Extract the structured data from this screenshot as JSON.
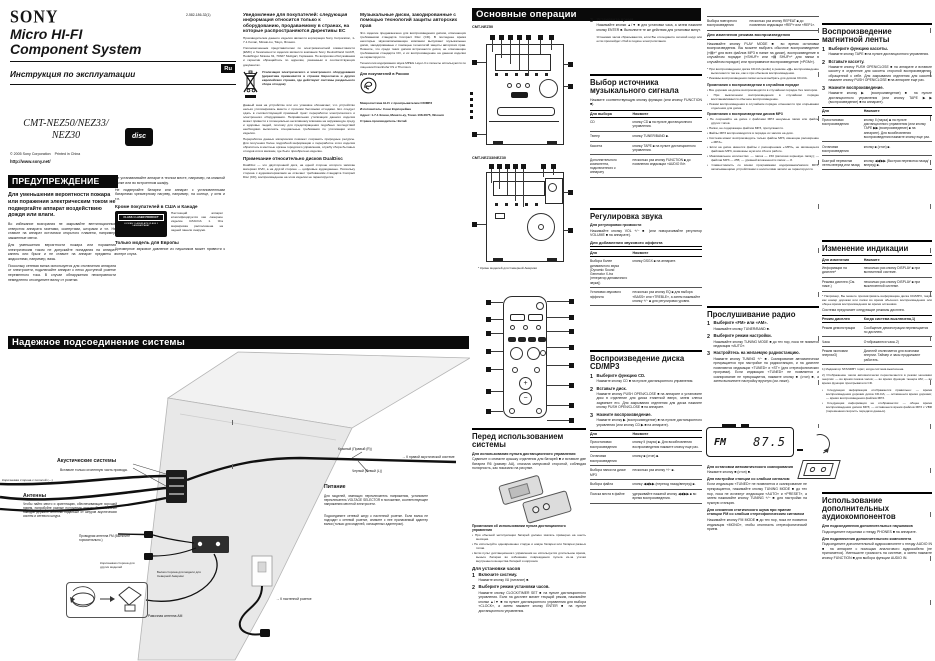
{
  "masthead": {
    "brand": "SONY",
    "part_no": "2-582-186-32(1)",
    "product_line_1": "Micro HI-FI",
    "product_line_2": "Component System",
    "manual_title": "Инструкция по эксплуатации",
    "lang_badge": "Ru",
    "model_line_1": "CMT-NEZ50/NEZ33/",
    "model_line_2": "NEZ30",
    "cd_logo": "disc",
    "copyright": "© 2005 Sony Corporation",
    "printed": "Printed in China",
    "website": "http://www.sony.net/"
  },
  "warning": {
    "header": "ПРЕДУПРЕЖДЕНИЕ",
    "lead": "Для уменьшения вероятности пожара или поражения электрическим током не подвергайте аппарат воздействию дождя или влаги.",
    "p1": "Во избежание возгорания не закрывайте вентиляционные отверстия аппарата газетами, скатертями, шторами и т.п. Не ставьте на аппарат источники открытого пламени, например, зажженные свечи.",
    "p2": "Для уменьшения вероятности пожара или поражения электрическим током не допускайте попадания на аппарат капель или брызг и не ставьте на аппарат предметы с жидкостями, например, вазы.",
    "p3": "Поскольку сетевая вилка используется для отключения аппарата от электросети, подключайте аппарат к легко доступной розетке переменного тока. В случае обнаружения неисправности немедленно отсоедините вилку от розетки."
  },
  "notices": {
    "p1": "Не устанавливайте аппарат в тесном месте, например, на книжной полке или во встроенном шкафу.",
    "p2": "Не подвергайте батареи или аппарат с установленными батареями чрезмерному нагреву, например, на солнце, у огня и т.п.",
    "us_heading": "Кроме покупателей в США и Канаде",
    "laser_line_1": "CLASS 1 LASER PRODUCT",
    "laser_line_2": "LUOKAN 1 LASERLAITE KLASS 1 LASERAPPARAT",
    "laser_text": "Настоящий аппарат классифицируется как лазерное изделие КЛАССА 1. Эта маркировка расположена на задней панели снаружи.",
    "eu_heading": "Только модель для Европы",
    "eu_text": "Чрезмерное звуковое давление из наушников может привести к потере слуха."
  },
  "eu_notice": {
    "heading": "Уведомление для покупателей: следующая информация относится только к оборудованию, продаваемому в странах, на которые распространяются Директивы ЕС",
    "p1": "Производителем данного изделия является корпорация Sony Corporation, 1-7-1 Konan, Minato-ku, Tokyo, Япония.",
    "p2": "Уполномоченным представителем по электромагнитной совместимости (EMC) и безопасности изделия является компания Sony Deutschland GmbH, Hedelfinger Strasse 61, 70327 Stuttgart, Германия. По вопросам обслуживания и гарантии обращайтесь по адресам, указанным в соответствующих документах.",
    "weee_caption": "Утилизация электрического и электронного оборудования (директива применяется в странах Евросоюза и других европейских странах, где действуют системы раздельного сбора отходов)",
    "p3": "Данный знак на устройстве или его упаковке обозначает, что устройство нельзя утилизировать вместе с прочими бытовыми отходами. Его следует сдать в соответствующий приемный пункт переработки электрического и электронного оборудования. Неправильная утилизация данного изделия может привести к потенциально негативному влиянию на окружающую среду и здоровье людей, поэтому для предотвращения подобных последствий необходимо выполнять специальные требования по утилизации этого изделия.",
    "p4": "Переработка данных материалов поможет сохранить природные ресурсы. Для получения более подробной информации о переработке этого изделия обратитесь в местные органы городского управления, службу сбора бытовых отходов или в магазин, где было приобретено изделие.",
    "dual_heading": "Примечание относительно дисков DualDisc",
    "dual_text": "DualDisc — это двусторонний диск, на одной стороне которого записан материал DVD, а на другой стороне — цифровые аудиоданные. Поскольку сторона с аудиоматериалами не отвечает требованиям стандарта Compact Disc (CD), воспроизведение на этом изделии не гарантируется."
  },
  "copyprotect": {
    "heading": "Музыкальные диски, закодированные с помощью технологий защиты авторских прав",
    "p1": "Это изделие предназначено для воспроизведения дисков, отвечающих требованиям стандарта Compact Disc (CD). В последнее время некоторые звукозаписывающие компании выпускают музыкальные диски, закодированные с помощью технологий защиты авторских прав. Помните, что среди таких дисков встречаются диски, не отвечающие требованиям стандарта CD, и их воспроизведение на данном изделии не гарантируется.",
    "p2": "Технология кодирования звука MPEG Layer-3 и патенты используются по лицензии Fraunhofer IIS и Thomson.",
    "ru_heading": "Для покупателей в России",
    "ru_line_1": "Микросистема Hi-Fi с проигрывателем CD/MP3",
    "ru_line_2": "Изготовитель: Сони Корпорейшн",
    "ru_line_3": "Адрес: 1-7-1 Конан, Минато-ку, Токио 108-0075, Япония",
    "ru_line_4": "Страна-производитель: Китай"
  },
  "connect": {
    "header": "Надежное подсоединение системы",
    "speakers_heading": "Акустические системы",
    "speakers_note": "Вставьте только оголенную часть провода.",
    "brown_label": "Коричневая сторона с полосой (—)",
    "antennas_heading": "Антенны",
    "antennas_text": "Чтобы найти место и ориентацию, обеспечивающие хороший прием, попробуйте разные положения антенн. Во избежание наводок держите антенны подальше от шнуров акустических систем и сетевого шнура.",
    "fm_label": "Проводная антенна FM (Вытяните горизонтально.)",
    "brown_model_label": "Коричневая сторона для других моделей",
    "white_model_label": "Белая сторона для модели для Северной Америки",
    "am_label": "Рамочная антенна AM",
    "red_label": "Красный (Правый (R))",
    "black_label": "Черный (Левый (L))",
    "right_speaker_label": "→ К правой акустической системе",
    "power_heading": "Питание",
    "power_p1": "Для моделей, имеющих переключатель напряжения, установите переключатель VOLTAGE SELECTOR в положение, соответствующее напряжению местной электросети.",
    "power_p2": "Подсоедините сетевой шнур к настенной розетке. Если вилка не подходит к сетевой розетке, снимите с нее прилагаемый адаптер вилки (только для моделей, оснащенных адаптером).",
    "outlet_label": "→ К настенной розетке"
  },
  "ops": {
    "header": "Основные операции",
    "model_1": "CMT-NEZ50",
    "model_2": "CMT-NEZ33/NEZ30",
    "model_note": "* Кроме моделей для Северной Америки"
  },
  "before": {
    "heading": "Перед использованием системы",
    "remote_sub": "Для использования пульта дистанционного управления",
    "remote_text": "Сдвиньте и снимите крышку отделения для батарей ■ и вставьте две батареи R6 (размер AA), сначала минусовой стороной, соблюдая полярность, как показано на рисунке.",
    "notes_heading": "Примечания об использовании пульта дистанционного управления",
    "notes": [
      "• При обычной эксплуатации батарей должно хватать примерно на шесть месяцев.",
      "• Не используйте одновременно старую и новую батареи или батареи разных типов.",
      "• Если пульт дистанционного управления не используется длительное время, выньте батареи во избежание повреждения пульта из-за утечки внутреннего вещества батарей и коррозии."
    ],
    "clock_sub": "Для установки часов",
    "steps": [
      {
        "n": "1",
        "title": "Включите систему.",
        "body": "Нажмите кнопку I/U (питание) ■."
      },
      {
        "n": "2",
        "title": "Выберите режим установки часов.",
        "body": "Нажмите кнопку CLOCK/TIMER SET ■ на пульте дистанционного управления. Если на дисплее мигает текущий режим, нажимайте кнопки ▲/▼ ■ на пульте дистанционного управления для выбора «CLOCK», а затем нажмите кнопку ENTER ■ на пульте дистанционного управления."
      }
    ]
  },
  "clock3": {
    "n": "3",
    "title": "Установите время.",
    "body": "Нажимайте кнопки ▲/▼ ■ для установки часа, а затем нажмите кнопку ENTER ■. Выполните те же действия для установки минут.",
    "note": "Установки часов сбрасываются, если Вы отсоедините сетевой шнур или если произойдет сбой в подаче электропитания."
  },
  "source": {
    "heading": "Выбор источника музыкального сигнала",
    "intro": "Нажмите соответствующую кнопку функции (или кнопку FUNCTION ■).",
    "col_1": "Для выбора",
    "col_2": "Нажмите",
    "rows": [
      [
        "CD",
        "кнопку CD ■ на пульте дистанционного управления."
      ],
      [
        "Тюнер",
        "кнопку TUNER/BAND ■."
      ],
      [
        "Кассета",
        "кнопку TAPE ■ на пульте дистанционного управления."
      ],
      [
        "Дополнительного компонента, подключенного к аппарату",
        "несколько раз кнопку FUNCTION ■ до появления индикации «AUDIO IN»."
      ]
    ]
  },
  "sound": {
    "heading": "Регулировка звука",
    "vol_sub": "Для регулировки громкости",
    "vol_text": "Нажимайте кнопку VOL +/− ■ (или поворачивайте регулятор VOLUME ■ на аппарате).",
    "fx_sub": "Для добавления звукового эффекта",
    "col_1": "Для",
    "col_2": "Нажмите",
    "rows": [
      [
        "Выбора более динамичного звука (Dynamic Sound Generator X-tra (генератор динамичного звука))",
        "кнопку DSGX ■ на аппарате."
      ],
      [
        "Установки звукового эффекта",
        "несколько раз кнопку EQ ■ для выбора «BASS» или «TREBLE», а затем нажимайте кнопку +/− ■ для регулировки уровня."
      ]
    ]
  },
  "cdplay": {
    "heading": "Воспроизведение диска CD/MP3",
    "steps": [
      {
        "n": "1",
        "title": "Выберите функцию CD.",
        "body": "Нажмите кнопку CD ■ на пульте дистанционного управления."
      },
      {
        "n": "2",
        "title": "Вставьте диск.",
        "body": "Нажмите кнопку PUSH OPEN/CLOSE ■ на аппарате и установите диск в отделение для диска этикеткой вверх, затем слегка задвиньте его. Для закрывания отделения для диска нажмите кнопку PUSH OPEN/CLOSE ■ на аппарате."
      },
      {
        "n": "3",
        "title": "Начните воспроизведение.",
        "body": "Нажмите кнопку ▶ (воспроизведение) ■ на пульте дистанционного управления (или кнопку CD ▶ ■ на аппарате)."
      }
    ],
    "col_1": "Для",
    "col_2": "Нажмите",
    "rows": [
      [
        "Приостановки воспроизведения",
        "кнопку II (пауза) ■. Для возобновления воспроизведения нажмите кнопку еще раз."
      ],
      [
        "Остановки воспроизведения",
        "кнопку ■ (стоп) ■."
      ],
      [
        "Выбора папки на диске MP3",
        "несколько раз кнопку +/− ■."
      ],
      [
        "Выбора файла",
        "кнопку ◀◀/▶▶ (переход назад/вперед) ■."
      ],
      [
        "Поиска места в файле",
        "удерживайте нажатой кнопку ◀◀/▶▶ ■ во время воспроизведения."
      ]
    ]
  },
  "playmode": {
    "cont_row": [
      "Выбора повторного воспроизведения",
      "несколько раз кнопку REPEAT ■ до появления индикации «REP» или «REP1»."
    ],
    "mode_sub": "Для изменения режима воспроизведения",
    "mode_text": "Нажимайте кнопку PLAY MODE ■ во время остановки воспроизведения. Вы можете выбрать обычное воспроизведение («▤»* для всех файлов MP3 в папке на диске), воспроизведение в случайном порядке («SHUF» или «▤ SHUF»* для папки в случайном порядке) или программное воспроизведение («PGM»).",
    "notes": [
      "* При воспроизведении диска CD-DA (audio) в режиме «▤» воспроизведение выполняется так же, как и при обычном воспроизведении.",
      "* Режимы воспроизведения папки нельзя выбрать для дисков CD-DA."
    ],
    "shuf_heading": "Примечания о воспроизведении в случайном порядке",
    "shuf_notes": [
      "• Все дорожки на диске воспроизводятся в случайном порядке без повторов.",
      "• При выключении воспроизведения в случайном порядке восстанавливается обычное воспроизведение.",
      "• Режим воспроизведения в случайном порядке отменяется при открывании отделения для диска."
    ],
    "mp3_heading": "Примечания о воспроизведении дисков MP3",
    "mp3_notes": [
      "• Не сохраняйте на диске с файлами MP3 ненужные папки или файлы других типов.",
      "• Папки, не содержащие файлов MP3, пропускаются.",
      "• Файлы MP3 воспроизводятся в порядке их записи на диск.",
      "• Система может воспроизводить только файлы MP3, имеющие расширение «.MP3».",
      "• Если на диске имеются файлы с расширением «.MP3», не являющиеся файлами MP3, возможны шум или сбои в работе.",
      "• Максимальное количество: — папок — 150 (включая корневую папку); — файлов MP3 — 255; — уровней вложенности папок — 8.",
      "• Совместимость со всеми программами кодирования/записи MP3, записывающими устройствами и носителями записи не гарантируется."
    ]
  },
  "radio": {
    "heading": "Прослушивание радио",
    "steps": [
      {
        "n": "1",
        "title": "Выберите «FM» или «AM».",
        "body": "Нажимайте кнопку TUNER/BAND ■."
      },
      {
        "n": "2",
        "title": "Выберите режим настройки.",
        "body": "Нажимайте кнопку TUNING MODE ■ до тех пор, пока не появится индикация «AUTO»."
      },
      {
        "n": "3",
        "title": "Настройтесь на желаемую радиостанцию.",
        "body": "Нажмите кнопку TUNING +/− ■. Сканирование автоматически прекращается при настройке на радиостанцию, и на дисплее появляются индикации «TUNED» и «ST» (для стереофонических программ). Если индикация «TUNED» не появляется и сканирование не прекращается, нажмите кнопку ■ (стоп) ■, а затем выполните настройку вручную (см. ниже)."
      }
    ],
    "display_band": "FM",
    "display_freq": "87.5",
    "stop_sub": "Для остановки автоматического сканирования",
    "stop_text": "Нажмите кнопку ■ (стоп) ■.",
    "weak_sub": "Для настройки станции со слабым сигналом",
    "weak_text": "Если индикация «TUNED» не появляется и сканирование не прекращается, нажимайте кнопку TUNING MODE ■ до тех пор, пока не исчезнут индикации «AUTO» и «PRESET», а затем нажимайте кнопку TUNING +/− ■ для настройки на нужную станцию.",
    "mono_sub": "Для снижения статического шума при приеме станции FM со слабым стереофоническим сигналом",
    "mono_text": "Нажимайте кнопку FM MODE ■ до тех пор, пока не появится индикация «MONO», чтобы отключить стереофонический прием."
  },
  "tape": {
    "heading": "Воспроизведение магнитной ленты",
    "steps": [
      {
        "n": "1",
        "title": "Выберите функцию кассеты.",
        "body": "Нажмите кнопку TAPE ■ на пульте дистанционного управления."
      },
      {
        "n": "2",
        "title": "Вставьте кассету.",
        "body": "Нажмите кнопку PUSH OPEN/CLOSE ■ на аппарате и вставьте кассету в отделение для кассеты стороной воспроизведения, обращенной к себе. Для закрывания отделения для кассеты нажмите кнопку PUSH OPEN/CLOSE ■ на аппарате еще раз."
      },
      {
        "n": "3",
        "title": "Начните воспроизведение.",
        "body": "Нажмите кнопку ▶ (воспроизведение) ■ на пульте дистанционного управления (или кнопку TAPE ▶▶ (воспроизведение) ■ на аппарате)."
      }
    ],
    "col_1": "Для",
    "col_2": "Нажмите",
    "rows": [
      [
        "Приостановки воспроизведения",
        "кнопку II (пауза) ■ на пульте дистанционного управления (или кнопку TAPE ▶▶ (воспроизведение) ■ на аппарате). Для возобновления воспроизведения нажмите кнопку еще раз."
      ],
      [
        "Остановки воспроизведения",
        "кнопку ■ (стоп) ■."
      ],
      [
        "Быстрой перемотки ленты вперед или назад",
        "кнопку ◀◀/▶▶ (быстрая перемотка назад/вперед) ■."
      ]
    ]
  },
  "displaymode": {
    "heading": "Изменение индикации",
    "col_1": "Для изменения",
    "col_2": "Нажмите",
    "rows": [
      [
        "Информации на дисплее*",
        "несколько раз кнопку DISPLAY ■ при включенной системе."
      ],
      [
        "Режима дисплея (См. ниже.)",
        "несколько раз кнопку DISPLAY ■ при выключенной системе."
      ]
    ],
    "footnote": "* Например, Вы можете просматривать информацию диска CD/MP3, такую как номер дорожки или папки во время обычного воспроизведения или общее время воспроизведения во время остановки.",
    "intro": "Система предлагает следующие режимы дисплея.",
    "col2_1": "Режим дисплея",
    "col2_2": "Когда система выключена,1)",
    "rows2": [
      [
        "Режим демонстрации",
        "Сообщение демонстрации перемещается по дисплею."
      ],
      [
        "Часы",
        "Отображаются часы.2)"
      ],
      [
        "Режим экономии энергии3)",
        "Дисплей отключается для экономии энергии. Таймер и часы продолжают работать."
      ]
    ],
    "footnotes": [
      "1) Индикатор STANDBY горит, когда система выключена.",
      "2) Отображение часов автоматически переключается в режим экономии энергии: — во время показа часов; — во время функции тюнера AM; — во время функции проигрывателя CD."
    ],
    "notes": [
      "• Следующая информация отображается правильно: — время воспроизведения дорожки диска CD-DA; — оставшееся время дорожки; — время воспроизведения файлов MP3.",
      "• Следующая информация не отображается: — общее время воспроизведения дисков MP3; — оставшееся время файлов MP3 с VBR (переменная скорость передачи данных)."
    ]
  },
  "aux": {
    "heading": "Использование дополнительных аудиокомпонентов",
    "phones_sub": "Для подсоединения дополнительных наушников",
    "phones_text": "Подсоедините наушники к гнезду PHONES ■ на аппарате.",
    "comp_sub": "Для подключения дополнительного компонента",
    "comp_text": "Подсоедините дополнительный аудиокомпонент к гнезду AUDIO IN ■ на аппарате с помощью аналогового аудиокабеля (не прилагается). Уменьшите громкость на системе, а затем нажмите кнопку FUNCTION ■ для выбора функции AUDIO IN."
  }
}
